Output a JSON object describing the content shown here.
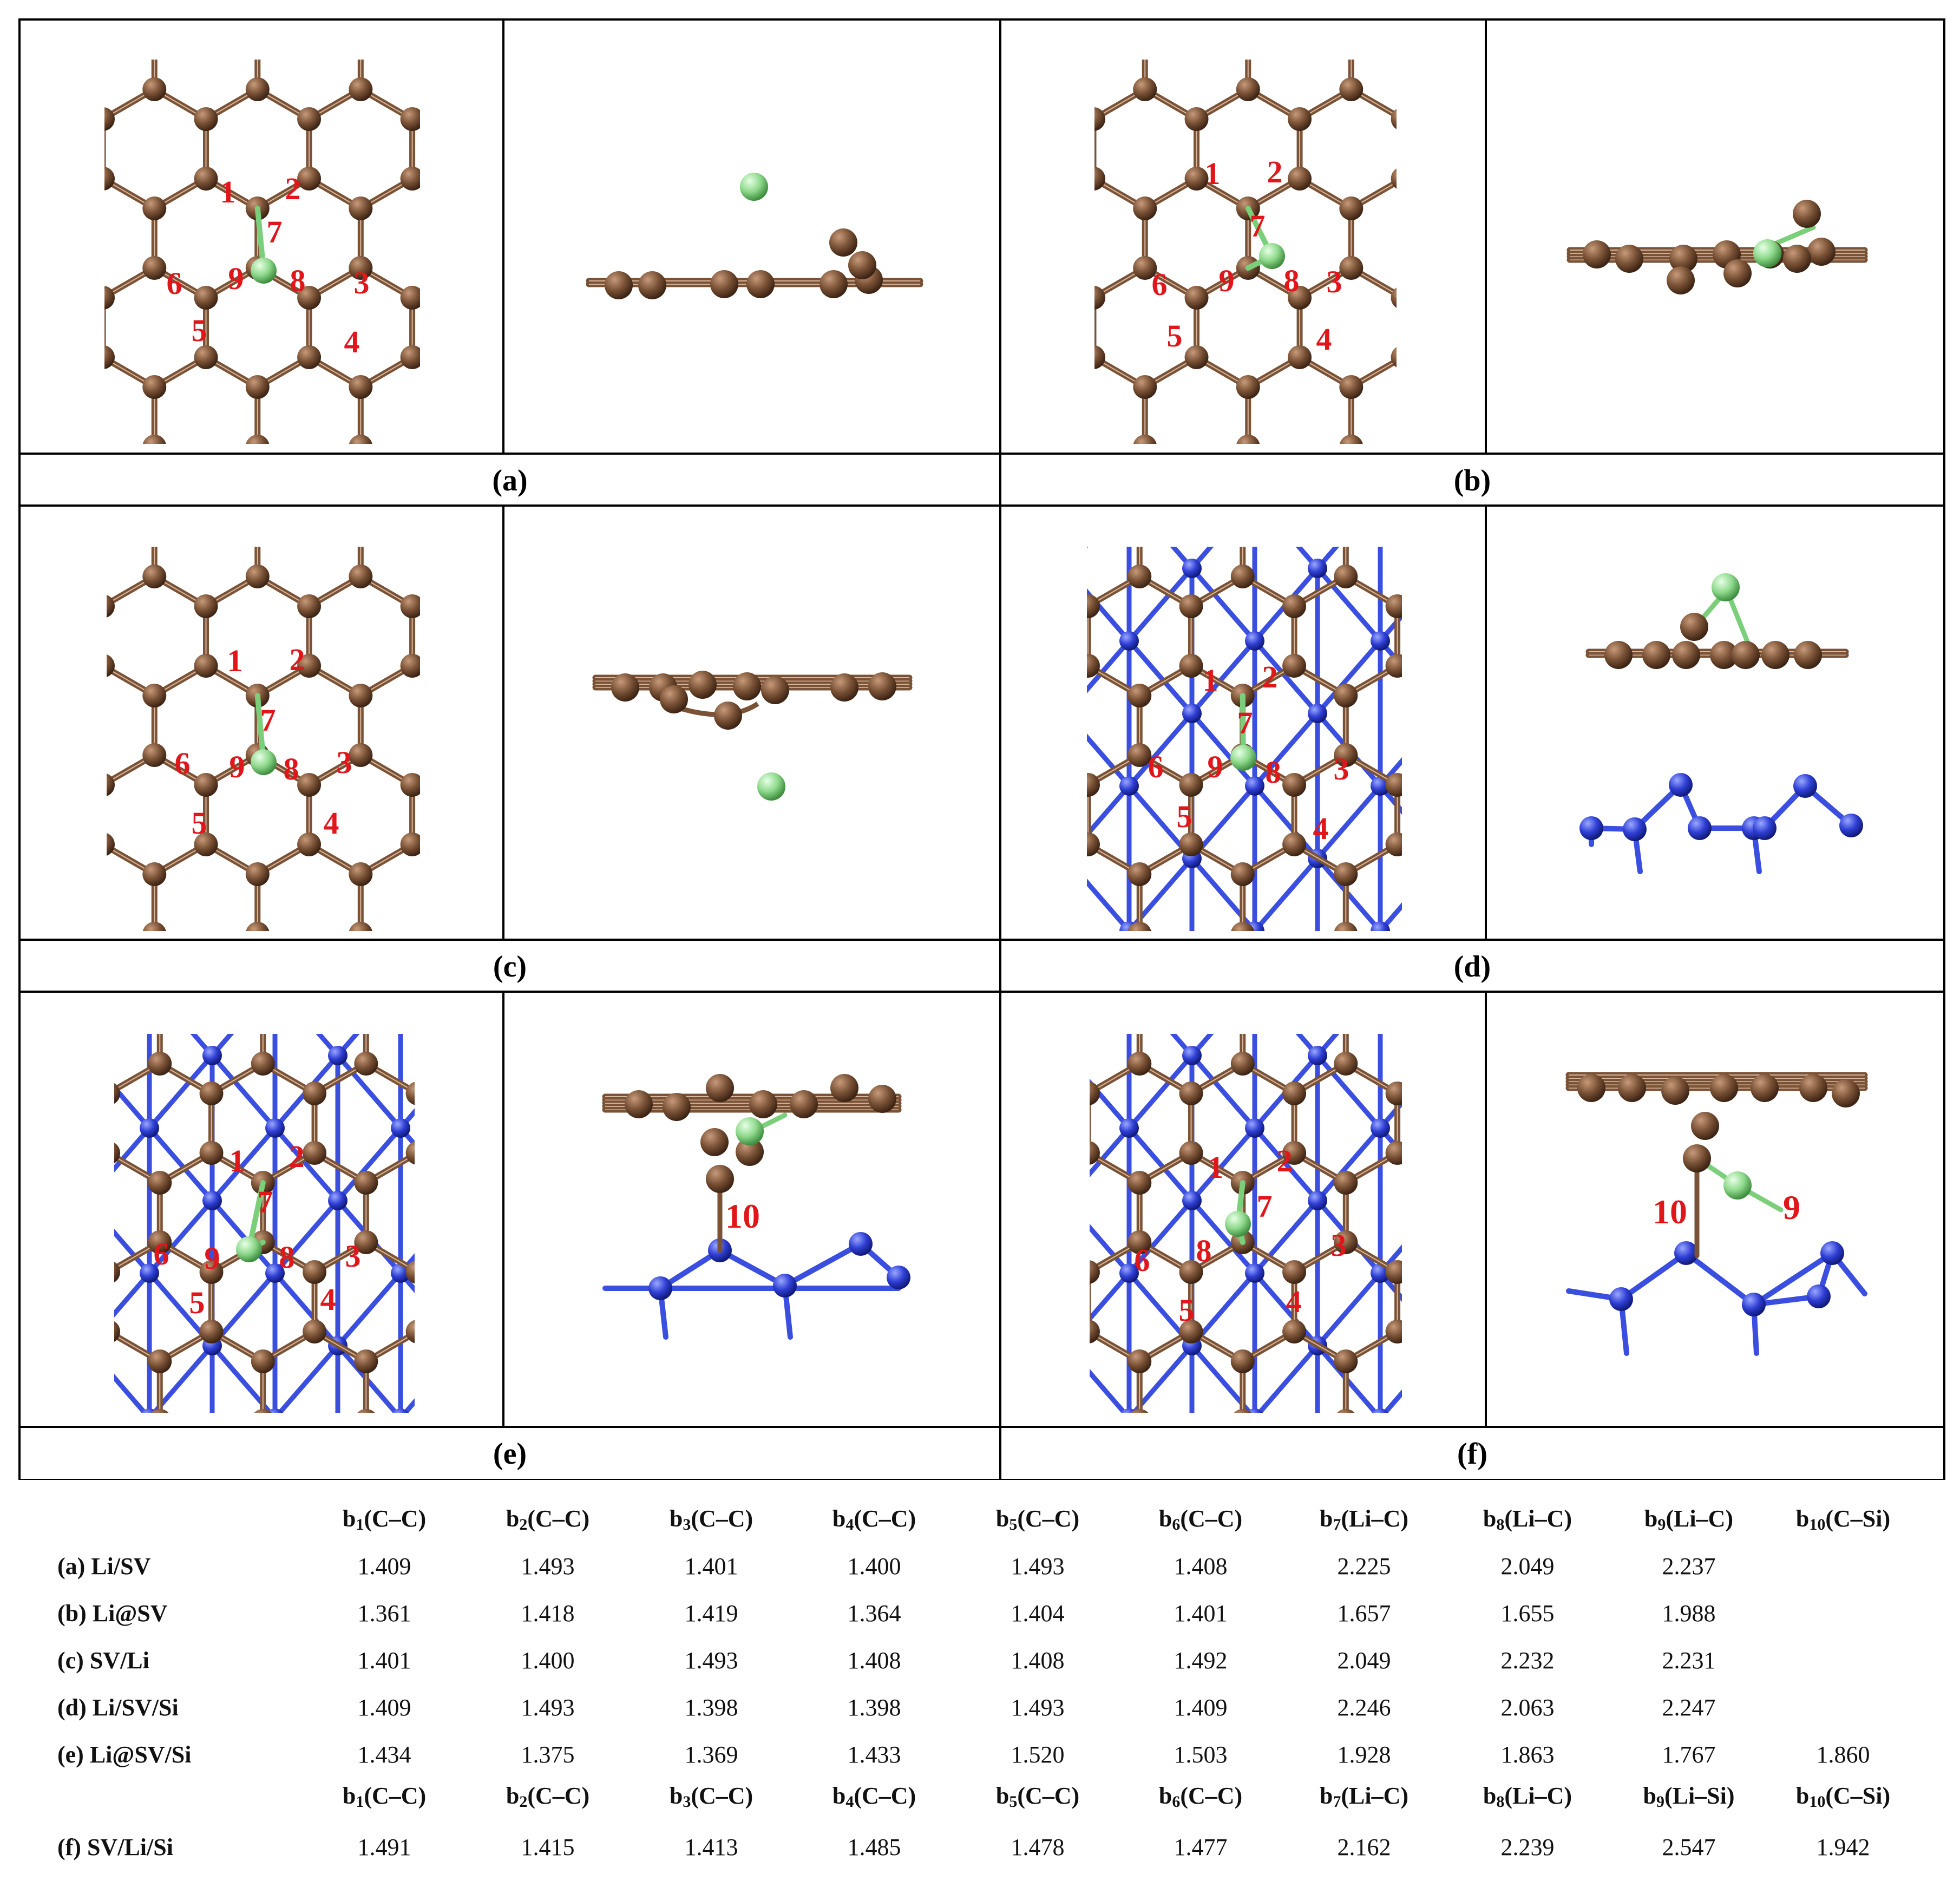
{
  "panels": [
    {
      "caption": "(a)",
      "top_labels": [
        "1",
        "2",
        "3",
        "4",
        "5",
        "6",
        "7",
        "8",
        "9"
      ]
    },
    {
      "caption": "(b)",
      "top_labels": [
        "1",
        "2",
        "3",
        "4",
        "5",
        "6",
        "7",
        "8",
        "9"
      ]
    },
    {
      "caption": "(c)",
      "top_labels": [
        "1",
        "2",
        "3",
        "4",
        "5",
        "6",
        "7",
        "8",
        "9"
      ]
    },
    {
      "caption": "(d)",
      "top_labels": [
        "1",
        "2",
        "3",
        "4",
        "5",
        "6",
        "7",
        "8",
        "9"
      ]
    },
    {
      "caption": "(e)",
      "top_labels": [
        "1",
        "2",
        "3",
        "4",
        "5",
        "6",
        "7",
        "8",
        "9"
      ],
      "side_labels": [
        "10"
      ]
    },
    {
      "caption": "(f)",
      "top_labels": [
        "1",
        "2",
        "3",
        "4",
        "5",
        "6",
        "7",
        "8"
      ],
      "side_labels": [
        "10",
        "9"
      ]
    }
  ],
  "colors": {
    "carbon": "#7a5236",
    "lithium": "#8fd98d",
    "silicon": "#2f3fd4",
    "label": "#e0161b",
    "border": "#000000"
  },
  "table": {
    "header_1": [
      {
        "b": "b",
        "sub": "1",
        "t": "(C–C)"
      },
      {
        "b": "b",
        "sub": "2",
        "t": "(C–C)"
      },
      {
        "b": "b",
        "sub": "3",
        "t": "(C–C)"
      },
      {
        "b": "b",
        "sub": "4",
        "t": "(C–C)"
      },
      {
        "b": "b",
        "sub": "5",
        "t": "(C–C)"
      },
      {
        "b": "b",
        "sub": "6",
        "t": "(C–C)"
      },
      {
        "b": "b",
        "sub": "7",
        "t": "(Li–C)"
      },
      {
        "b": "b",
        "sub": "8",
        "t": "(Li–C)"
      },
      {
        "b": "b",
        "sub": "9",
        "t": "(Li–C)"
      },
      {
        "b": "b",
        "sub": "10",
        "t": "(C–Si)"
      }
    ],
    "rows_1": [
      {
        "label": "(a) Li/SV",
        "values": [
          "1.409",
          "1.493",
          "1.401",
          "1.400",
          "1.493",
          "1.408",
          "2.225",
          "2.049",
          "2.237",
          ""
        ]
      },
      {
        "label": "(b) Li@SV",
        "values": [
          "1.361",
          "1.418",
          "1.419",
          "1.364",
          "1.404",
          "1.401",
          "1.657",
          "1.655",
          "1.988",
          ""
        ]
      },
      {
        "label": "(c) SV/Li",
        "values": [
          "1.401",
          "1.400",
          "1.493",
          "1.408",
          "1.408",
          "1.492",
          "2.049",
          "2.232",
          "2.231",
          ""
        ]
      },
      {
        "label": "(d) Li/SV/Si",
        "values": [
          "1.409",
          "1.493",
          "1.398",
          "1.398",
          "1.493",
          "1.409",
          "2.246",
          "2.063",
          "2.247",
          ""
        ]
      },
      {
        "label": "(e) Li@SV/Si",
        "values": [
          "1.434",
          "1.375",
          "1.369",
          "1.433",
          "1.520",
          "1.503",
          "1.928",
          "1.863",
          "1.767",
          "1.860"
        ]
      }
    ],
    "header_2": [
      {
        "b": "b",
        "sub": "1",
        "t": "(C–C)"
      },
      {
        "b": "b",
        "sub": "2",
        "t": "(C–C)"
      },
      {
        "b": "b",
        "sub": "3",
        "t": "(C–C)"
      },
      {
        "b": "b",
        "sub": "4",
        "t": "(C–C)"
      },
      {
        "b": "b",
        "sub": "5",
        "t": "(C–C)"
      },
      {
        "b": "b",
        "sub": "6",
        "t": "(C–C)"
      },
      {
        "b": "b",
        "sub": "7",
        "t": "(Li–C)"
      },
      {
        "b": "b",
        "sub": "8",
        "t": "(Li–C)"
      },
      {
        "b": "b",
        "sub": "9",
        "t": "(Li–Si)"
      },
      {
        "b": "b",
        "sub": "10",
        "t": "(C–Si)"
      }
    ],
    "rows_2": [
      {
        "label": "(f) SV/Li/Si",
        "values": [
          "1.491",
          "1.415",
          "1.413",
          "1.485",
          "1.478",
          "1.477",
          "2.162",
          "2.239",
          "2.547",
          "1.942"
        ]
      }
    ]
  }
}
